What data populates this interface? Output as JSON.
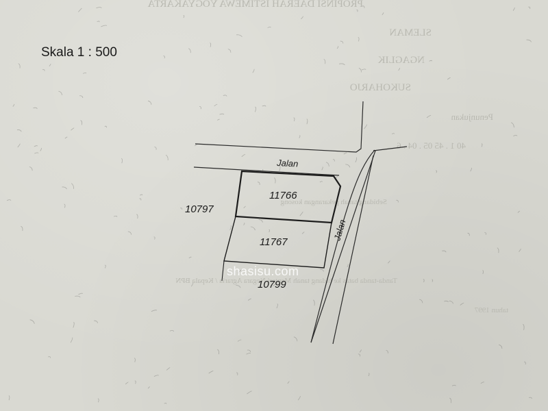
{
  "scale_label": "Skala 1 : 500",
  "roads": {
    "horizontal_label": "Jalan",
    "vertical_label": "Jalan"
  },
  "parcels": {
    "upper": "11766",
    "lower": "11767",
    "west_neighbor": "10797",
    "south_neighbor": "10799"
  },
  "watermark": "shasisu.com",
  "bleed_through": {
    "line1": "PROPINSI DAERAH ISTIMEWA YOGYAKARTA",
    "line2": "SLEMAN",
    "line3": "NGAGLIK",
    "line4": "SUKOHARJO",
    "line5": "Penunjukan",
    "line6": "40 1 . 45 05 . 04 . 6",
    "line7": "Sebidang tanah pekarangan kosong",
    "line8": "Tanda-tanda batas ke bidang tanah Menteri Negara Agraria / Kepala BPN",
    "line9": "tahun 1997"
  },
  "colors": {
    "paper": "#d9d9d2",
    "ink": "#1a1a1a",
    "bleed": "#b9b9b1"
  }
}
